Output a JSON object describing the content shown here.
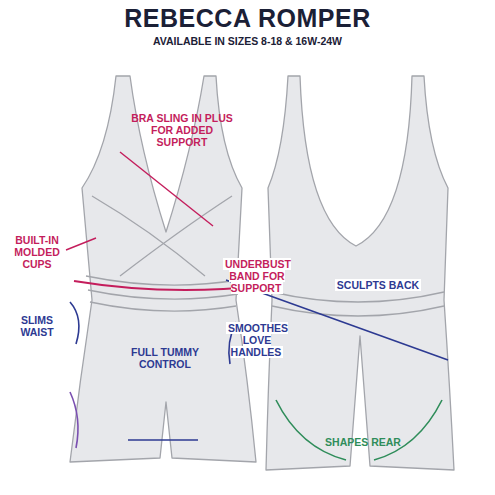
{
  "diagram": {
    "title": "REBECCA ROMPER",
    "caption": "AVAILABLE IN SIZES 8-18 & 16W-24W",
    "labels": [
      "BRA SLING IN PLUS FOR ADDED SUPPORT",
      "BUILT-IN MOLDED CUPS",
      "UNDERBUST BAND FOR SUPPORT",
      "SLIMS WAIST",
      "SMOOTHES LOVE HANDLES",
      "FULL TUMMY CONTROL",
      "SCULPTS BACK",
      "SHAPES REAR"
    ]
  }
}
